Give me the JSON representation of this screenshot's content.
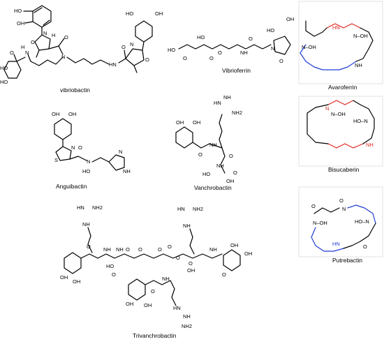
{
  "colors": {
    "ink": "#000000",
    "highlight_red": "#e0261f",
    "highlight_blue": "#1f3fd6",
    "background": "#ffffff"
  },
  "captions": {
    "vibriobactin": "vibriobactin",
    "vibrioferrin": "Vibrioferrin",
    "avaroferrin": "Avaroferrin",
    "anguibactin": "Anguibactin",
    "vanchrobactin": "Vanchrobactin",
    "bisucaberin": "Bisucaberin",
    "trivanchrobactin": "Trivanchrobactin",
    "putrebactin": "Putrebactin"
  },
  "atoms": {
    "O": "O",
    "N": "N",
    "S": "S",
    "H": "H",
    "OH": "OH",
    "HO": "HO",
    "NH": "NH",
    "HN": "HN",
    "NH2": "NH2",
    "N_OH": "N–OH",
    "OH_N": "HO–N"
  }
}
